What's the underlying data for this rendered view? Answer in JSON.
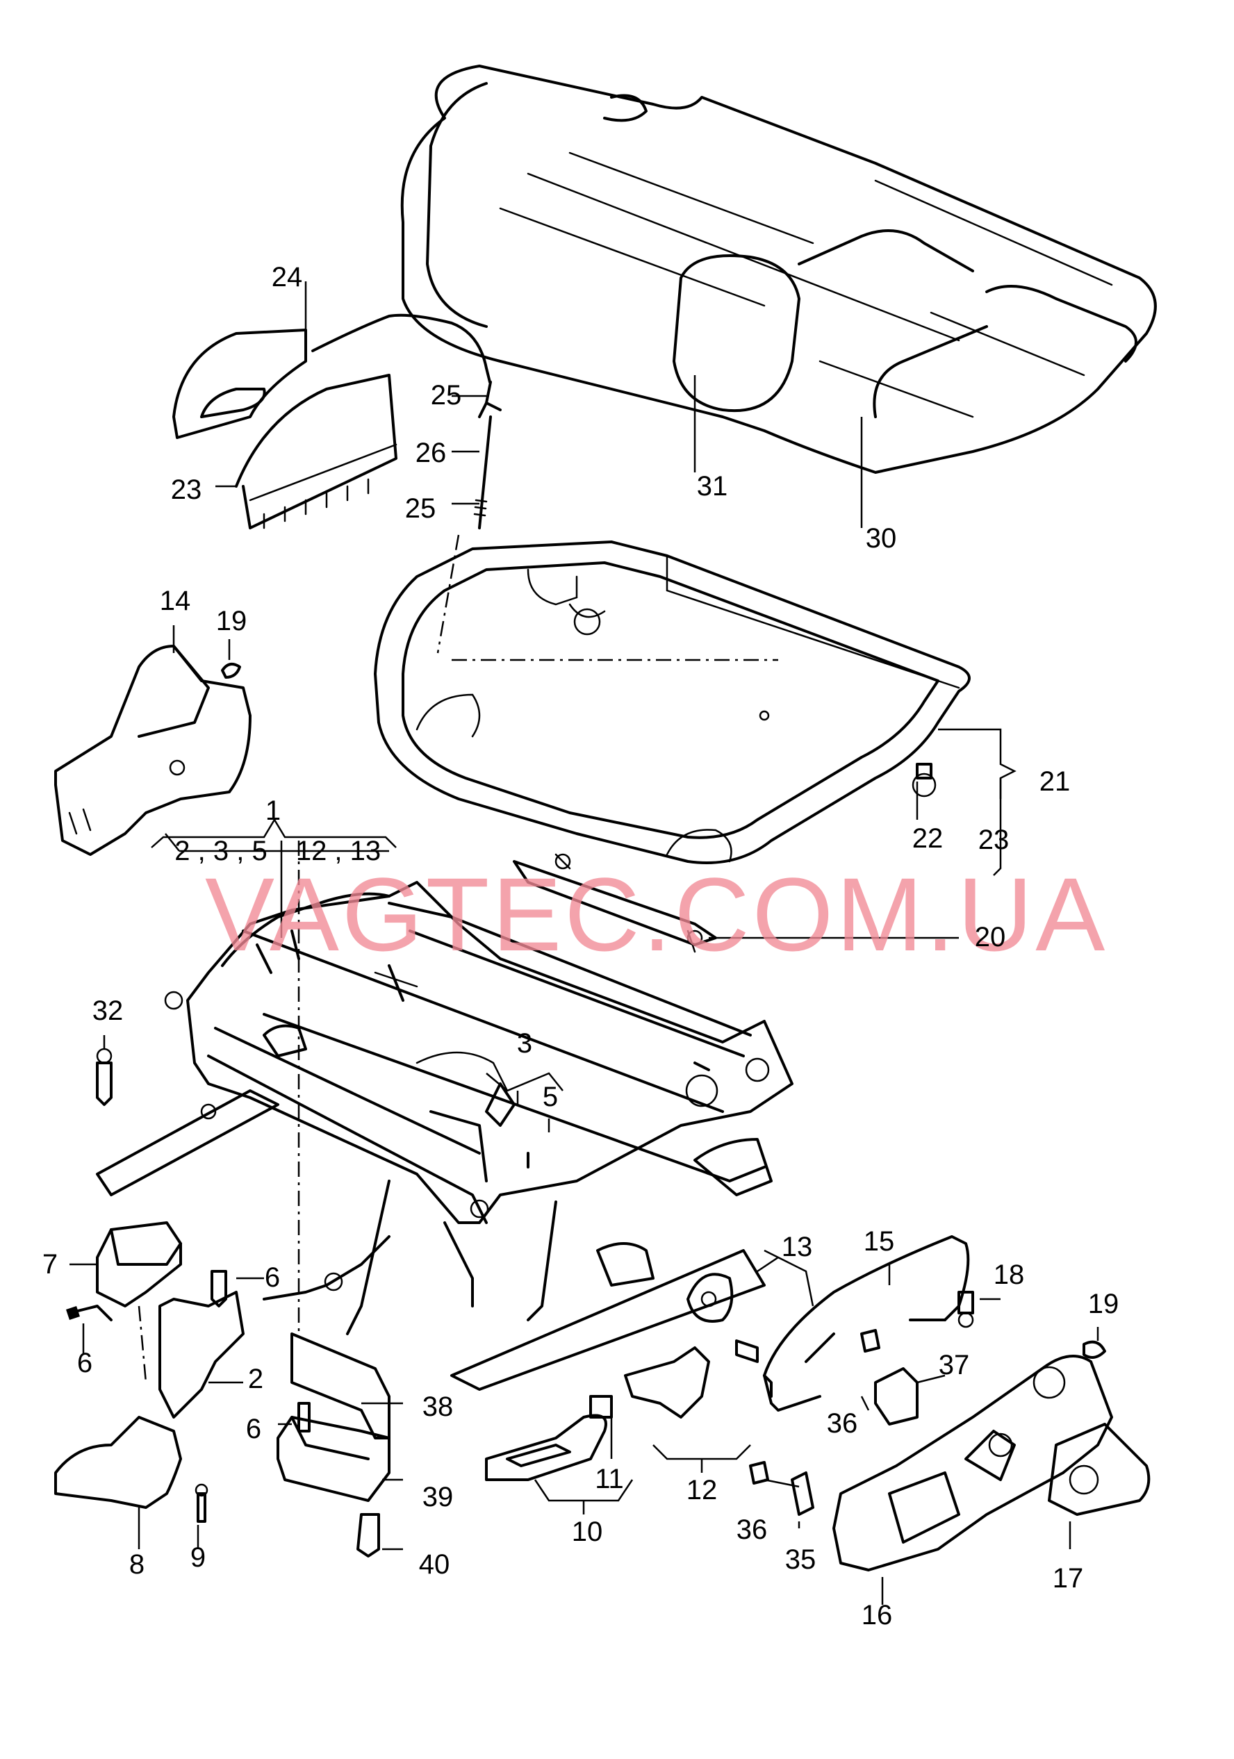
{
  "watermark": "VAGTEC.COM.UA",
  "colors": {
    "line": "#000000",
    "watermark": "#f28a96",
    "background": "#ffffff"
  },
  "labels": {
    "l1": "1",
    "l1_sub_a": "2 , 3 , 5",
    "l1_sub_b": "12 , 13",
    "l2": "2",
    "l3": "3",
    "l5": "5",
    "l6a": "6",
    "l6b": "6",
    "l6c": "6",
    "l7": "7",
    "l8": "8",
    "l9": "9",
    "l10": "10",
    "l11": "11",
    "l12": "12",
    "l13": "13",
    "l14": "14",
    "l15": "15",
    "l16": "16",
    "l17": "17",
    "l18": "18",
    "l19a": "19",
    "l19b": "19",
    "l20": "20",
    "l21": "21",
    "l22": "22",
    "l23a": "23",
    "l23b": "23",
    "l24": "24",
    "l25a": "25",
    "l25b": "25",
    "l26": "26",
    "l30": "30",
    "l31": "31",
    "l32": "32",
    "l35": "35",
    "l36a": "36",
    "l36b": "36",
    "l37": "37",
    "l38": "38",
    "l39": "39",
    "l40": "40"
  }
}
